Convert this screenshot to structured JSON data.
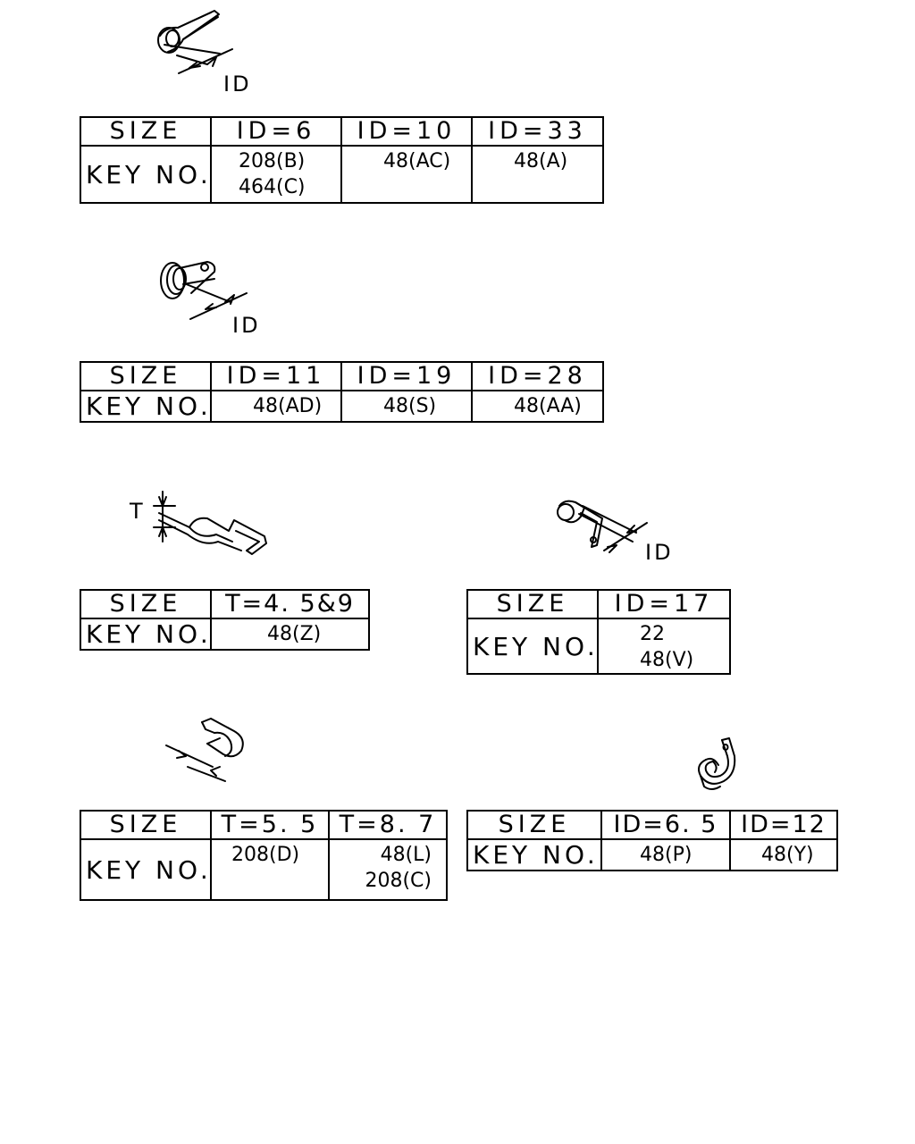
{
  "labels": {
    "id_1": "ID",
    "id_2": "ID",
    "t_3": "T",
    "id_4": "ID"
  },
  "tables": [
    {
      "size_label": "SIZE",
      "key_label": "KEY NO.",
      "columns": [
        {
          "size": "ID=6",
          "keys": [
            "208(B)",
            "464(C)"
          ]
        },
        {
          "size": "ID=10",
          "keys": [
            "48(AC)"
          ]
        },
        {
          "size": "ID=33",
          "keys": [
            "48(A)"
          ]
        }
      ]
    },
    {
      "size_label": "SIZE",
      "key_label": "KEY NO.",
      "columns": [
        {
          "size": "ID=11",
          "keys": [
            "48(AD)"
          ]
        },
        {
          "size": "ID=19",
          "keys": [
            "48(S)"
          ]
        },
        {
          "size": "ID=28",
          "keys": [
            "48(AA)"
          ]
        }
      ]
    },
    {
      "size_label": "SIZE",
      "key_label": "KEY NO.",
      "columns": [
        {
          "size": "T=4. 5&9",
          "keys": [
            "48(Z)"
          ]
        }
      ]
    },
    {
      "size_label": "SIZE",
      "key_label": "KEY NO.",
      "columns": [
        {
          "size": "ID=17",
          "keys": [
            "22",
            "48(V)"
          ]
        }
      ]
    },
    {
      "size_label": "SIZE",
      "key_label": "KEY NO.",
      "columns": [
        {
          "size": "T=5. 5",
          "keys": [
            "208(D)"
          ]
        },
        {
          "size": "T=8. 7",
          "keys": [
            "48(L)",
            "208(C)"
          ]
        }
      ]
    },
    {
      "size_label": "SIZE",
      "key_label": "KEY NO.",
      "columns": [
        {
          "size": "ID=6. 5",
          "keys": [
            "48(P)"
          ]
        },
        {
          "size": "ID=12",
          "keys": [
            "48(Y)"
          ]
        }
      ]
    }
  ]
}
